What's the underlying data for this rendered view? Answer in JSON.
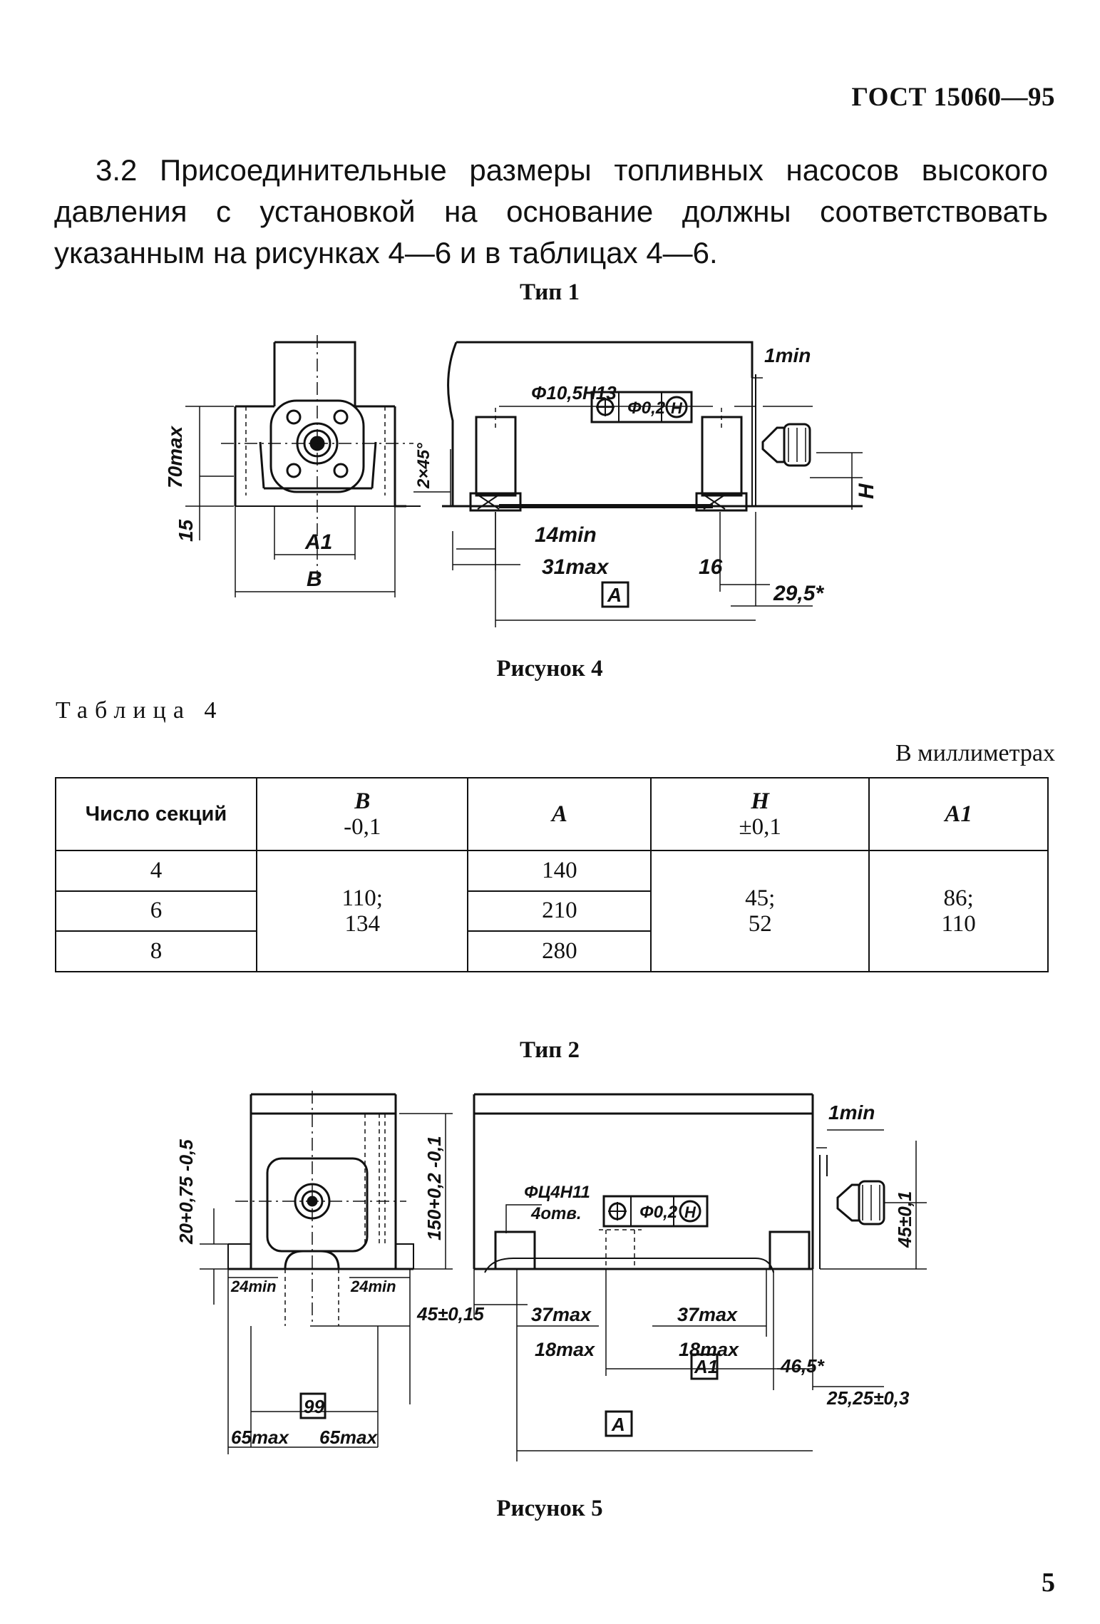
{
  "header": {
    "doc_code": "ГОСТ 15060—95"
  },
  "paragraph": "3.2 Присоединительные размеры топливных насосов высокого давления с установкой на основание должны соответствовать указанным на рисунках 4—6 и в таблицах 4—6.",
  "fig4": {
    "type_label": "Тип 1",
    "caption": "Рисунок 4",
    "labels": {
      "d_hole": "Φ10,5Н13",
      "tol_pos": "Φ0,2",
      "tol_ref": "Н",
      "one_min": "1min",
      "h70": "70max",
      "h15": "15",
      "chamfer": "2×45°",
      "a1": "A1",
      "b": "B",
      "m14": "14min",
      "m31": "31max",
      "d16": "16",
      "d29": "29,5*",
      "a_box": "A",
      "h": "H"
    }
  },
  "table4": {
    "title": "Таблица 4",
    "units": "В миллиметрах",
    "headers": {
      "col0": "Число секций",
      "col1_name": "B",
      "col1_tol": "-0,1",
      "col2_name": "A",
      "col3_name": "H",
      "col3_tol": "±0,1",
      "col4_name": "A1"
    },
    "sections": [
      "4",
      "6",
      "8"
    ],
    "b_values": [
      "110;",
      "134"
    ],
    "a_values": [
      "140",
      "210",
      "280"
    ],
    "h_values": [
      "45;",
      "52"
    ],
    "a1_values": [
      "86;",
      "110"
    ]
  },
  "fig5": {
    "type_label": "Тип 2",
    "caption": "Рисунок 5",
    "labels": {
      "h20": "20+0,75 -0,5",
      "h150": "150+0,2 -0,1",
      "d_hole": "ΦЦ4Н11",
      "holes": "4отв.",
      "tol_pos": "Φ0,2",
      "tol_ref": "Н",
      "one_min": "1min",
      "h45": "45±0,1",
      "m24l": "24min",
      "m24r": "24min",
      "d45": "45±0,15",
      "box99": "99",
      "m65l": "65max",
      "m65r": "65max",
      "m37l": "37max",
      "m37r": "37max",
      "m18l": "18max",
      "m18r": "18max",
      "a1_box": "A1",
      "d46": "46,5*",
      "a_box": "A",
      "d25": "25,25±0,3"
    }
  },
  "page_number": "5"
}
